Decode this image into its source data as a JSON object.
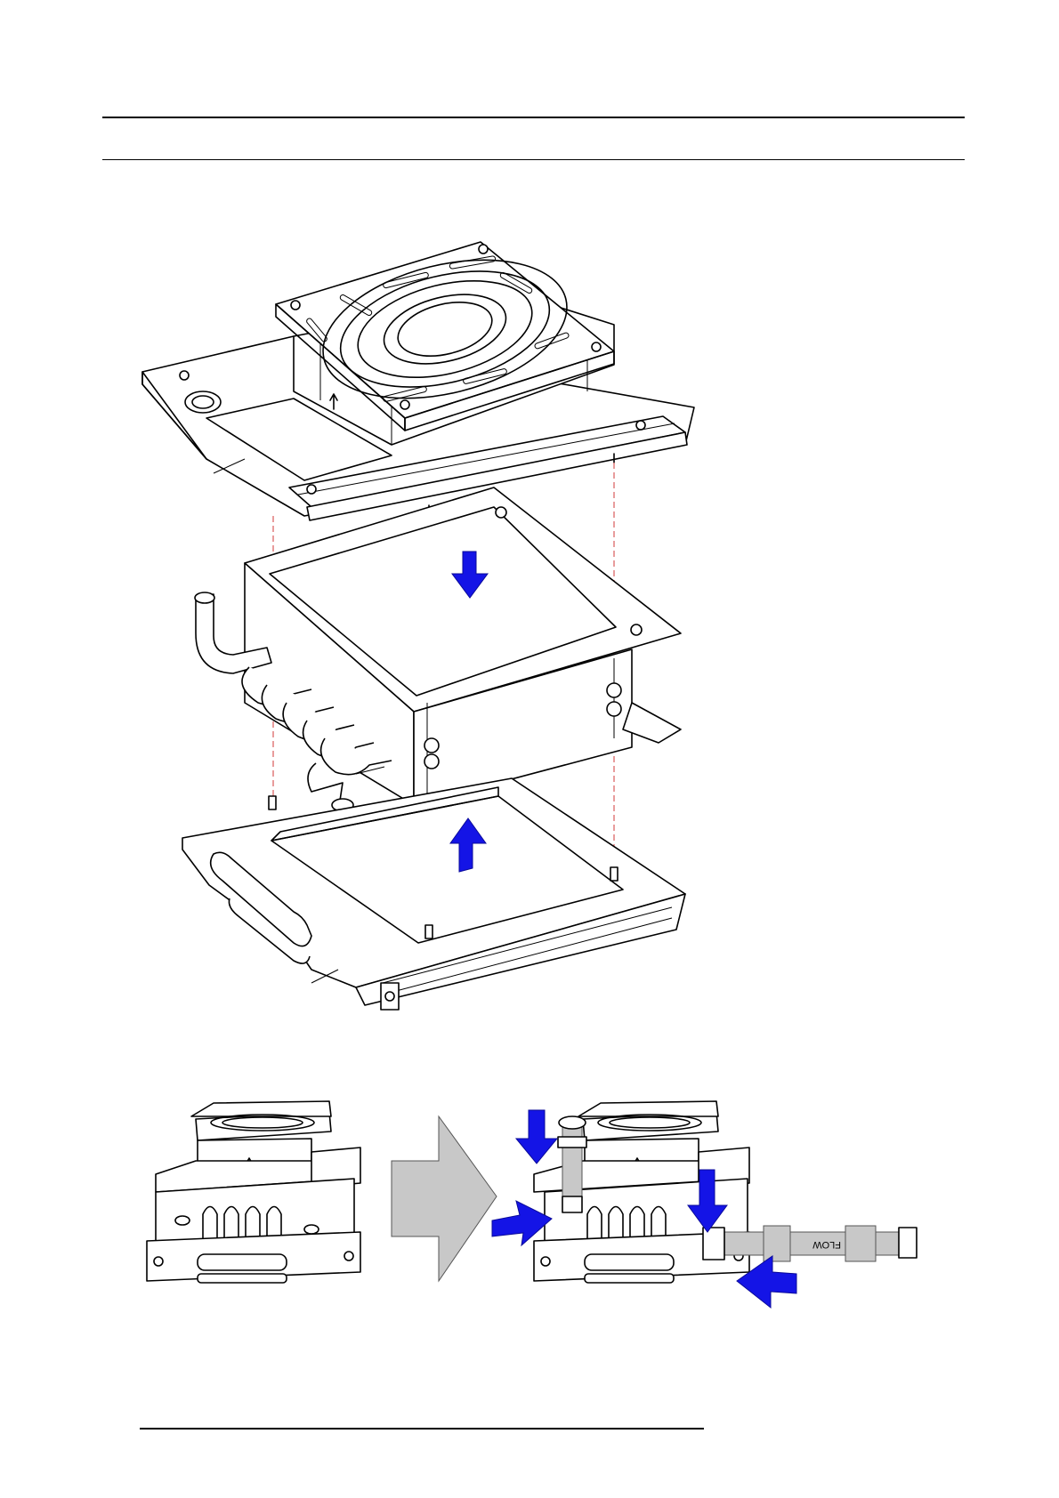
{
  "figures": [
    {
      "id": "exploded-assembly",
      "parts": [
        "fan-top-plate",
        "heat-exchanger-block",
        "base-tray"
      ],
      "direction_arrows": [
        "arrow-down",
        "arrow-up"
      ]
    },
    {
      "id": "assembly-sequence",
      "stages": [
        "assembled-unit",
        "unit-with-hoses-attached"
      ],
      "transition_arrow": "grey-right-arrow",
      "callout_arrows": 4,
      "hose_marking": "FLOW"
    }
  ],
  "colors": {
    "accent_arrow": "#1414e6",
    "alignment_lines": "#d23a3a",
    "transition_arrow": "#c8c8c8",
    "rules": "#000000"
  }
}
